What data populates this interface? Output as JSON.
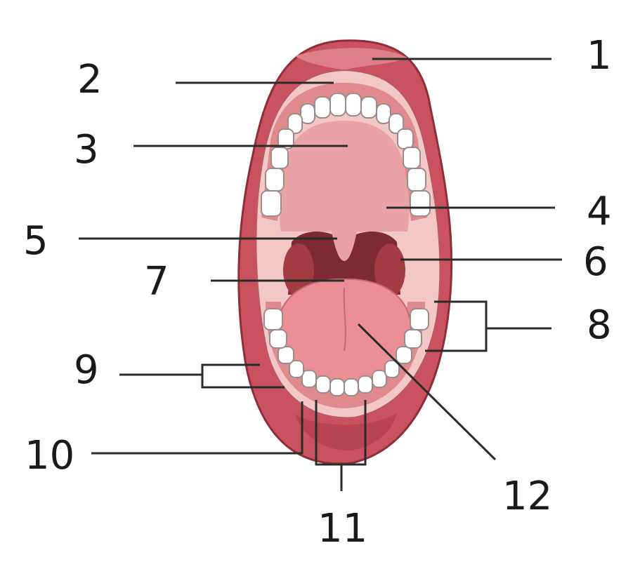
{
  "labels": {
    "l1": "1",
    "l2": "2",
    "l3": "3",
    "l4": "4",
    "l5": "5",
    "l6": "6",
    "l7": "7",
    "l8": "8",
    "l9": "9",
    "l10": "10",
    "l11": "11",
    "l12": "12"
  },
  "colors": {
    "lip": "#c9525e",
    "lip_dark": "#8f2e3a",
    "gum": "#e08a8e",
    "palate": "#e9a3a5",
    "inner_cheek": "#f3c7c6",
    "throat": "#7d2a30",
    "tonsil": "#a33b42",
    "tongue": "#eb8f95",
    "tooth": "#ffffff",
    "line": "#2b2b2b",
    "text": "#1a1a1a"
  }
}
